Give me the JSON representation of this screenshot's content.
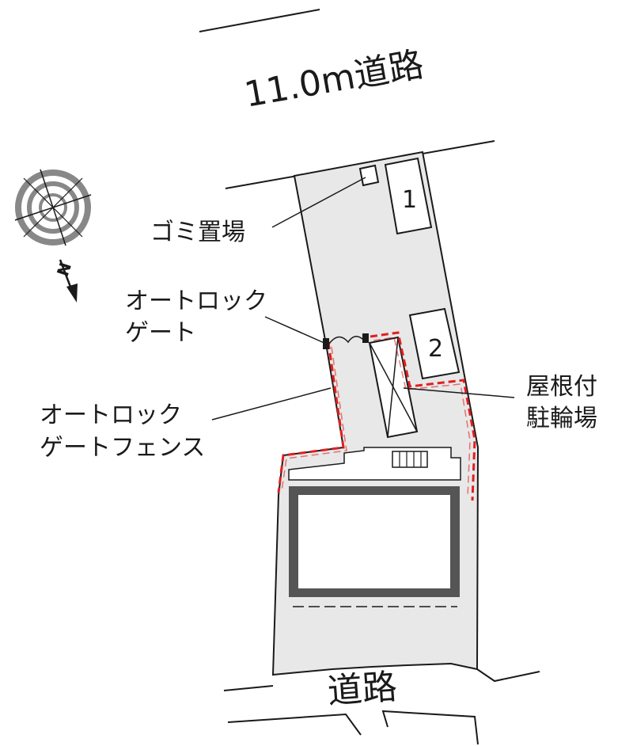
{
  "roads": {
    "north": "11.0m道路",
    "south": "道路"
  },
  "parking": {
    "space_1": "1",
    "space_2": "2"
  },
  "labels": {
    "garbage": "ゴミ置場",
    "auto_lock_gate": [
      "オートロック",
      "ゲート"
    ],
    "auto_lock_fence": [
      "オートロック",
      "ゲートフェンス"
    ],
    "bike_parking": [
      "屋根付",
      "駐輪場"
    ]
  },
  "compass": {
    "letter": "N"
  },
  "colors": {
    "site_fill": "#e8e8e8",
    "building_outline": "#555555",
    "fence": "#e02020",
    "line": "#1a1a1a"
  }
}
